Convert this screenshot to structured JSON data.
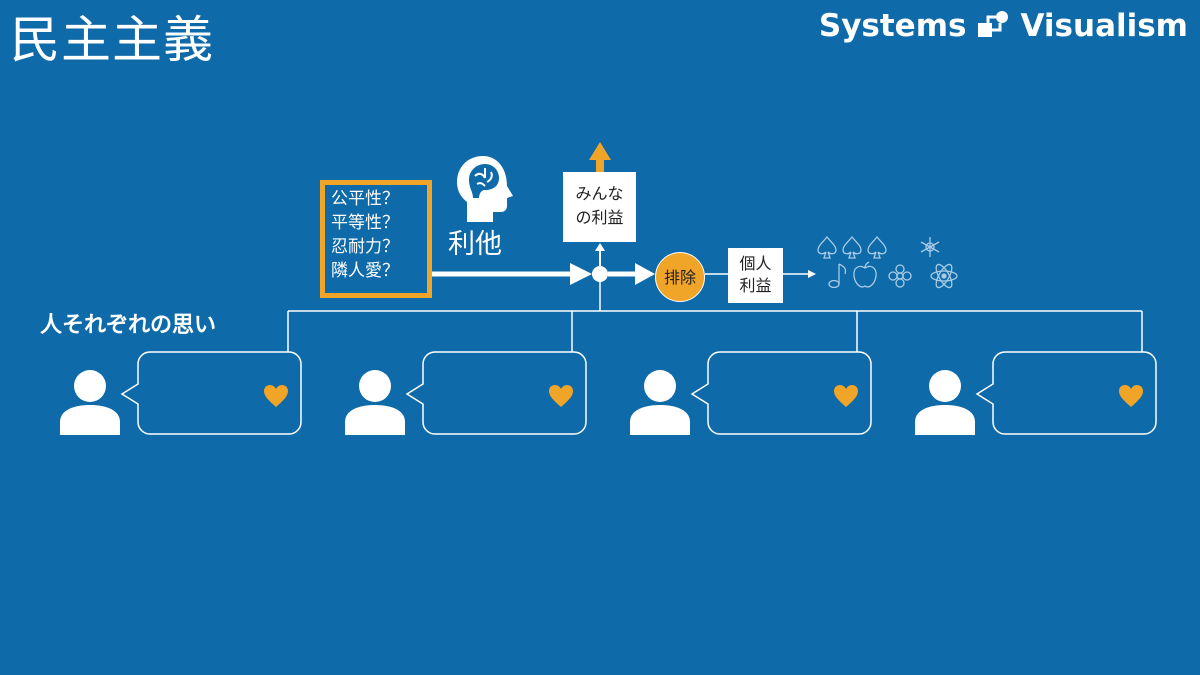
{
  "title": "民主主義",
  "brand": {
    "left": "Systems",
    "right": "Visualism",
    "logo_icon": "systems-visualism-logo-icon"
  },
  "criteria": {
    "items": [
      "公平性？",
      "平等性？",
      "忍耐力？",
      "隣人愛？"
    ],
    "border_color": "#f0a428"
  },
  "altruism": {
    "label": "利他",
    "icon": "brain-head-icon"
  },
  "public_benefit": {
    "line1": "みんな",
    "line2": "の利益"
  },
  "exclusion": {
    "label": "排除"
  },
  "private_benefit": {
    "line1": "個人",
    "line2": "利益"
  },
  "thoughts": {
    "label": "人それぞれの思い",
    "people_count": 4,
    "person_icon": "person-icon",
    "heart_icon": "heart-icon"
  },
  "symbols": [
    "spade-icon",
    "spade-icon",
    "spade-icon",
    "music-note-icon",
    "apple-icon",
    "flower-icon",
    "snowflake-icon",
    "atom-icon"
  ],
  "colors": {
    "background": "#0e6aa8",
    "accent": "#f0a428",
    "line": "#ffffff"
  }
}
